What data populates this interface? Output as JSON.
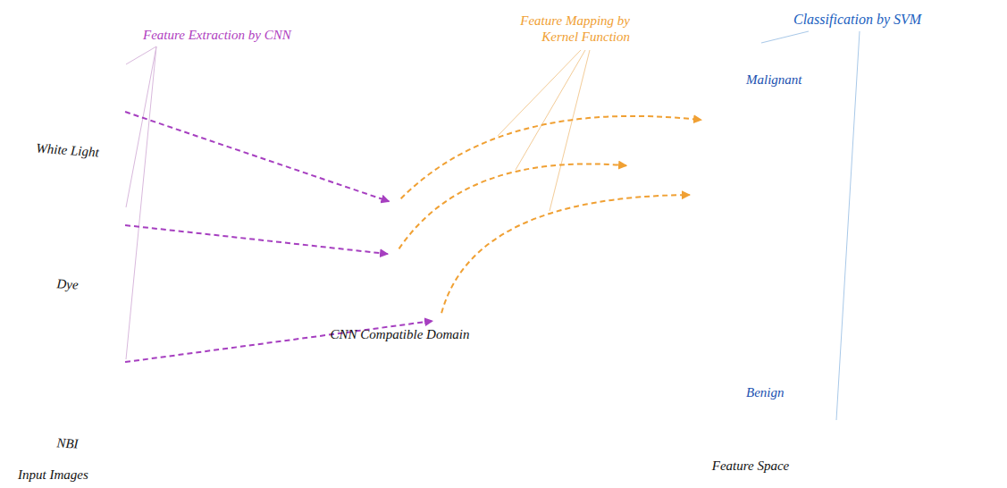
{
  "diagram": {
    "nodes": [
      {
        "text": [
          "White Light"
        ]
      },
      {
        "text": [
          "Dye"
        ]
      },
      {
        "text": [
          "NBI"
        ]
      },
      {
        "text": [
          "CNN Compatible Domain"
        ]
      },
      {
        "text": [
          "Feature Space"
        ]
      }
    ],
    "edges": [
      {
        "from": 0,
        "to": 3,
        "arrow": "to"
      },
      {
        "from": 1,
        "to": 3,
        "arrow": "to"
      },
      {
        "from": 2,
        "to": 3,
        "arrow": "to"
      },
      {
        "from": 3,
        "to": 4,
        "arrow": "to"
      },
      {
        "from": 3,
        "to": 4,
        "arrow": "to"
      },
      {
        "from": 3,
        "to": 4,
        "arrow": "to"
      }
    ],
    "labels": [
      "Feature Extraction by CNN",
      "Feature Mapping by Kernel Function",
      "Classification by SVM",
      "Malignant",
      "Benign",
      "Input Images"
    ]
  }
}
